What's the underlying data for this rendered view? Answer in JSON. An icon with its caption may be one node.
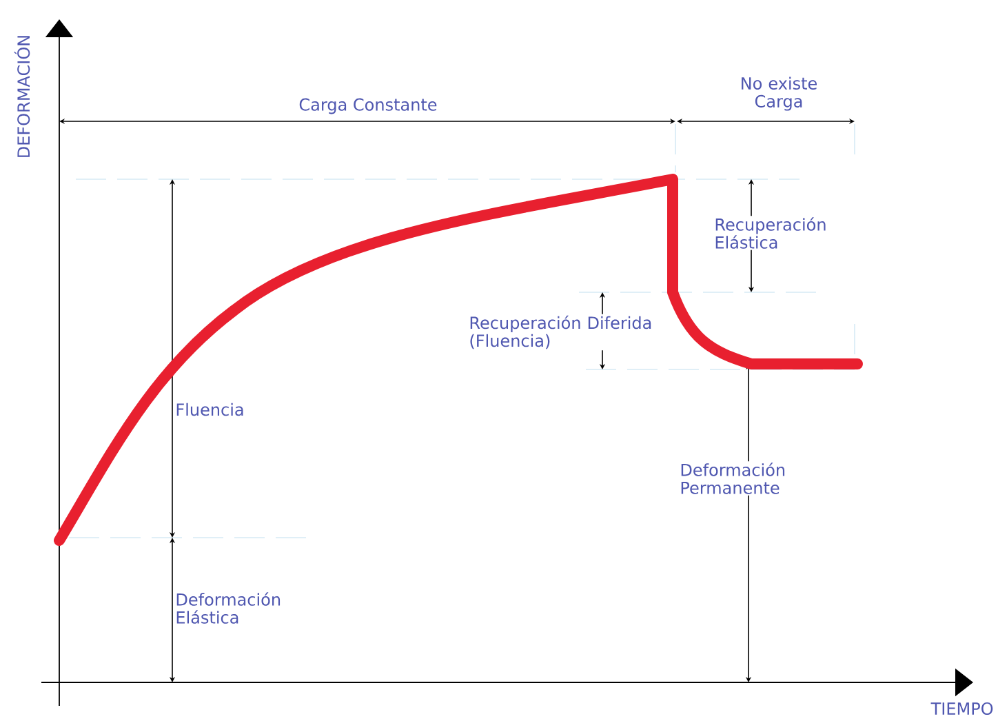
{
  "diagram": {
    "labels": [
      "DEFORMACIÓN",
      "Carga Constante",
      "No existe Carga",
      "Recuperación Elástica",
      "Recuperación Diferida (Fluencia)",
      "Fluencia",
      "Deformación Permanente",
      "Deformación Elástica",
      "TIEMPO"
    ]
  }
}
